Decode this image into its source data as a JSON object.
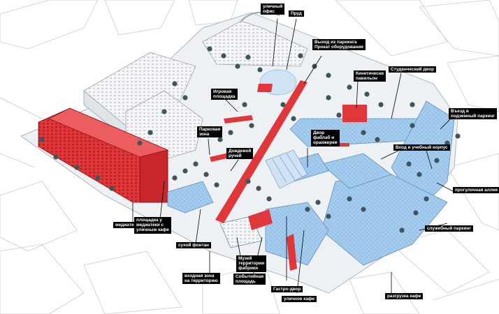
{
  "diagram": {
    "colors": {
      "highlight_red": "#e0373a",
      "glass_blue": "#b9d9f2",
      "roof_blue": "#a7cdee",
      "building_white": "#f4f6f8",
      "context_line": "#c7ccd2",
      "trees": "#3e5560",
      "label_bg": "#000000",
      "label_text": "#ffffff"
    },
    "labels": {
      "street_office": "уличный\nофис",
      "pond": "Пруд",
      "parking_exit": "Выход из паркинга\nПрокат оборудования",
      "playground": "Игровая\nплощадка",
      "kinetic_pavilion": "Кинетически\nпавильон",
      "student_yard": "Студенческий двор",
      "park_zone": "Парковая\nзона",
      "underground_entry": "Въезд в\nподземный паркинг",
      "rain_stream": "Дождевой\nручей",
      "fablab_yard": "Двор\nфаблаб и\nоранжереи",
      "campus_entry": "Вход в учебный корпус",
      "walking_alley": "прогулочная аллея",
      "mediateka": "медиатека",
      "mediateka_plaza": "площадка у\nмедиатеки с\nуличным кафе",
      "service_parking": "служебный паркинг",
      "dry_fountain": "сухой фонтан",
      "factory_museum": "Музей\nтерритории\nфабрики",
      "entry_zone": "входная зона\nна территорию",
      "event_square": "Событийная\nплощадь",
      "gastro_yard": "Гастро-двор",
      "street_cafe": "уличное кафе",
      "cafe_unloading": "разгрузка кафе"
    }
  }
}
